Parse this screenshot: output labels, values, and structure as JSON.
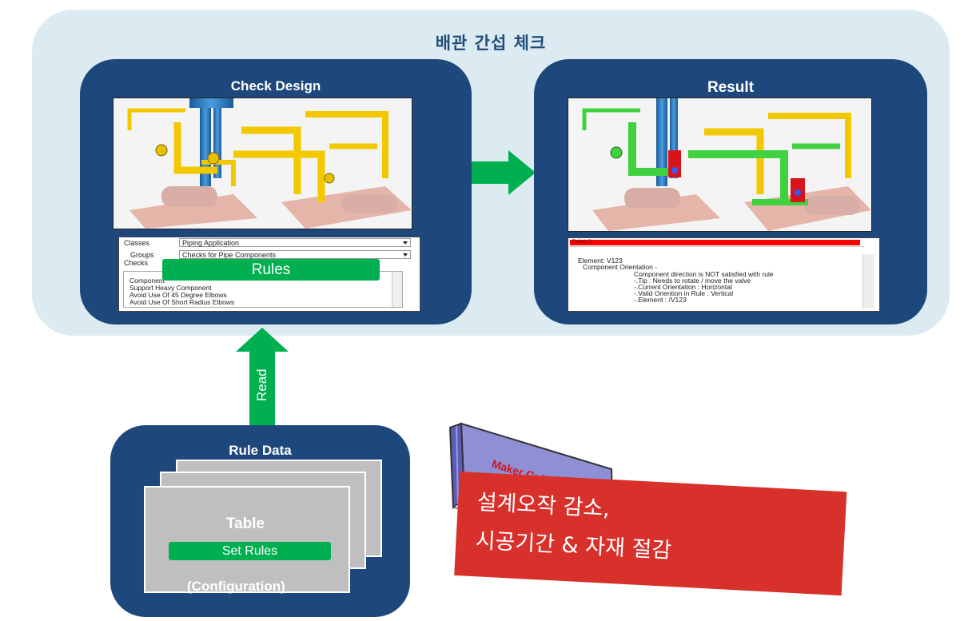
{
  "outer": {
    "title": "배관 간섭 체크"
  },
  "check_design": {
    "title": "Check Design",
    "form": {
      "classes_label": "Classes",
      "classes_value": "Piping Application",
      "groups_label": "Groups",
      "groups_value": "Checks for Pipe Components",
      "checks_label": "Checks",
      "checks_items": [
        "Component",
        "Support Heavy Component",
        "Avoid Use Of 45 Degree Elbows",
        "Avoid Use Of Short Radius Elbows"
      ]
    },
    "rules_label": "Rules"
  },
  "result": {
    "title": "Result",
    "header_bar": "Failed (3)",
    "lines": [
      "Element: V123",
      "Component Orientation -",
      "Component direction is NOT satisfied with rule",
      "-.Tip : Needs to rotate / move the valve",
      "-.Current Orientation : Horizontal",
      "-.Valid Oriention in Rule : Vertical",
      "-.Element : /V123"
    ]
  },
  "read_label": "Read",
  "rule_data": {
    "title": "Rule Data",
    "table_label": "Table",
    "set_rules_label": "Set Rules",
    "config_label": "(Configuration)"
  },
  "book": {
    "cover_text": "Maker Guide"
  },
  "banner": {
    "line1": "설계오작 감소,",
    "line2": "시공기간 & 자재 절감"
  },
  "colors": {
    "navy": "#1e477b",
    "light_blue": "#dcebf2",
    "green": "#00b050",
    "banner_red": "#d8302b",
    "pipe_yellow": "#f2c800",
    "pipe_green": "#3fd13f",
    "clash_red": "#d8141a",
    "column_blue": "#2e7fc1"
  }
}
